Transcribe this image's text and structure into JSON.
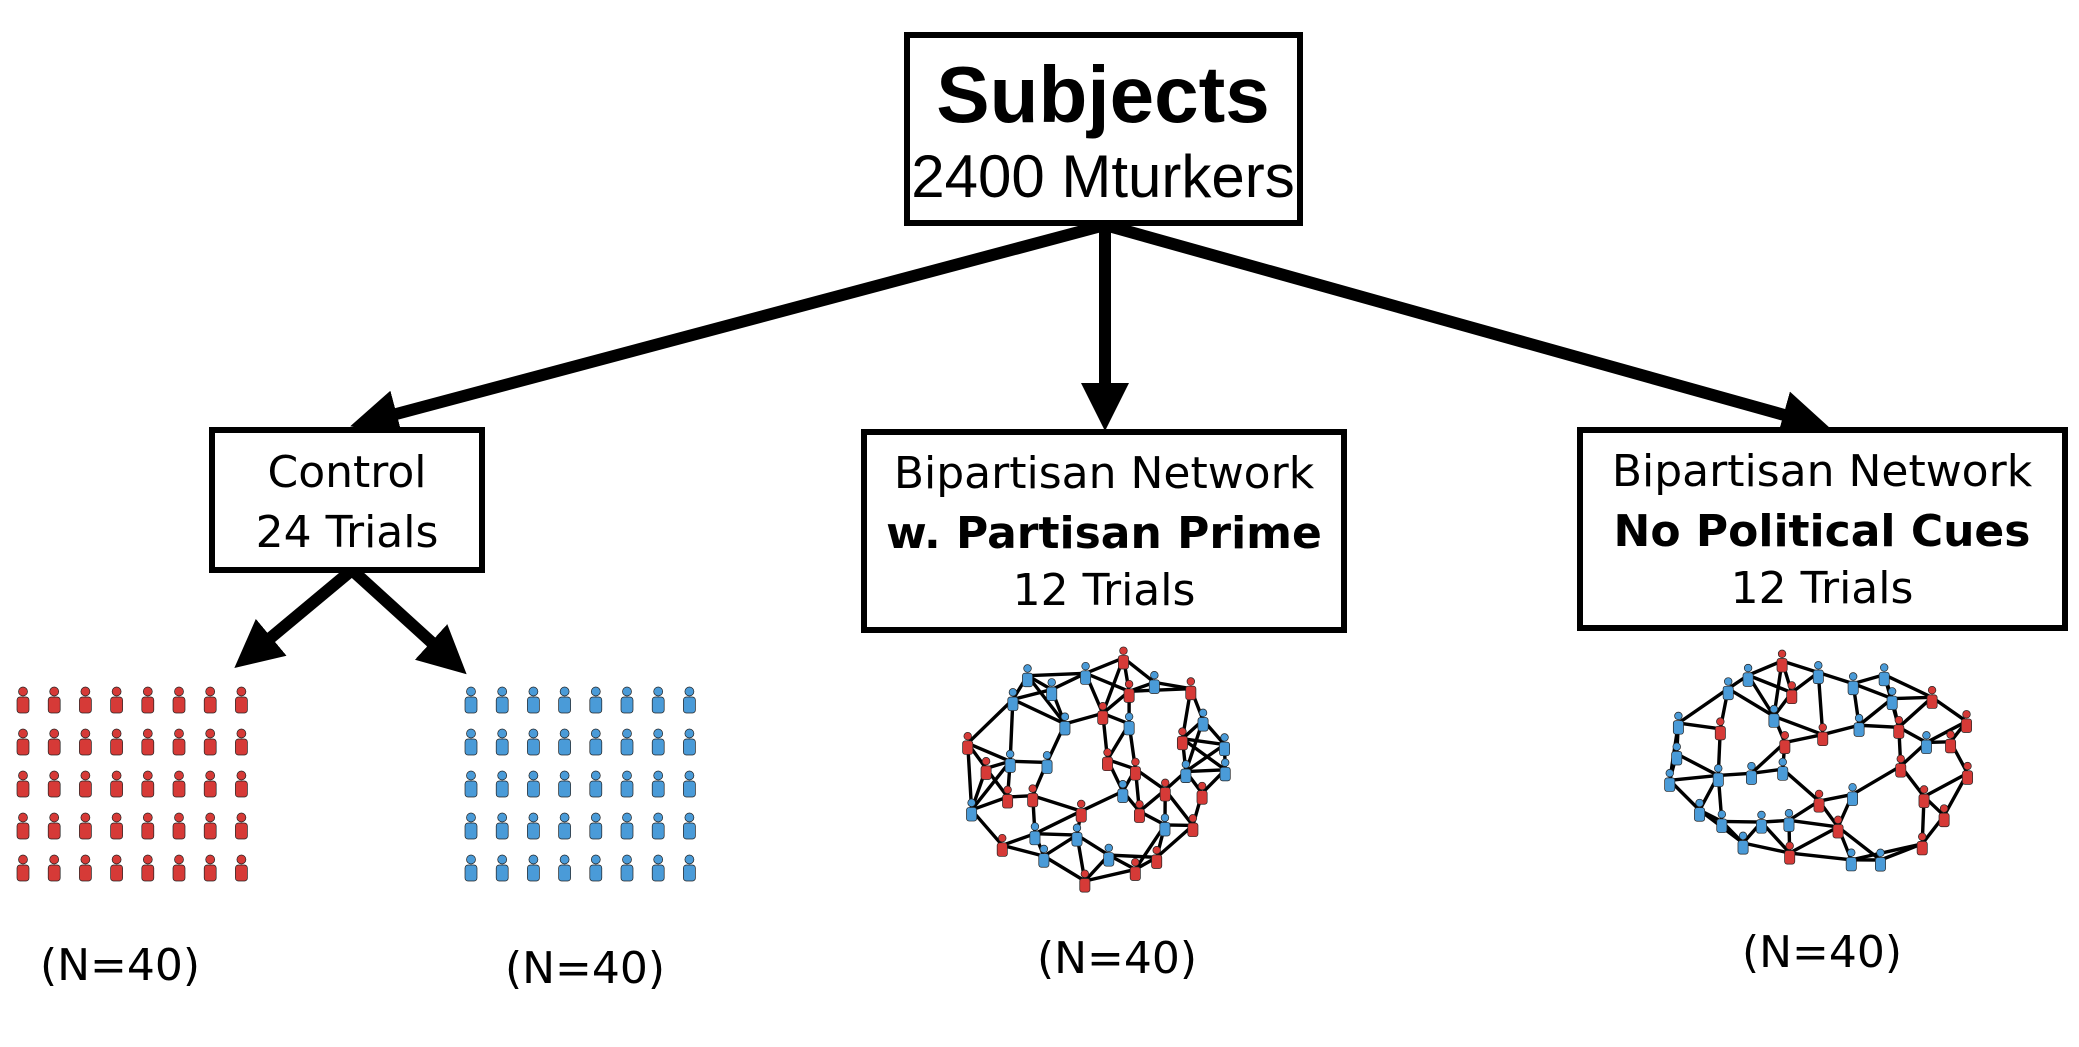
{
  "colors": {
    "republican": "#d63a37",
    "democrat": "#4a9bd8",
    "line": "#000000"
  },
  "root": {
    "title": "Subjects",
    "subtitle": "2400 Mturkers"
  },
  "conditions": [
    {
      "id": "control",
      "line1": "Control",
      "line2": "24 Trials",
      "line3": ""
    },
    {
      "id": "partisan-prime",
      "line1": "Bipartisan Network",
      "line2": "w. Partisan Prime",
      "line3": "12 Trials"
    },
    {
      "id": "no-cues",
      "line1": "Bipartisan Network",
      "line2": "No Political Cues",
      "line3": "12 Trials"
    }
  ],
  "groups": [
    {
      "id": "control-republican",
      "label": "(N=40)",
      "color": "republican",
      "icon": "person-icon",
      "rows": 5,
      "cols": 8
    },
    {
      "id": "control-democrat",
      "label": "(N=40)",
      "color": "democrat",
      "icon": "person-icon",
      "rows": 5,
      "cols": 8
    },
    {
      "id": "network-prime",
      "label": "(N=40)",
      "icon": "person-icon"
    },
    {
      "id": "network-nocues",
      "label": "(N=40)",
      "icon": "person-icon"
    }
  ]
}
